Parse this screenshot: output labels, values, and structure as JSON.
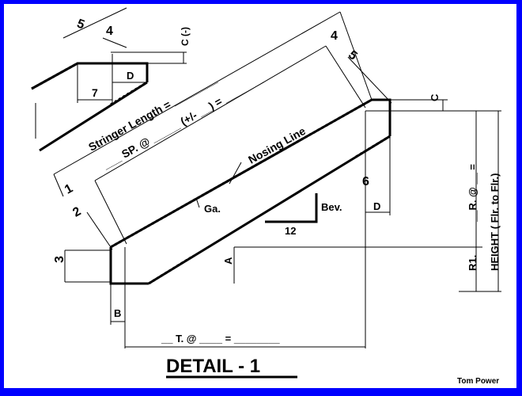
{
  "title": "DETAIL - 1",
  "author": "Tom Power",
  "labels": {
    "stringer_length": "Stringer Length = ________",
    "spacing": "___ SP. @ _____ (+/- __) = _______",
    "nosing_line": "Nosing Line",
    "ga": "Ga.",
    "bev": "Bev.",
    "twelve": "12",
    "a": "A",
    "b": "B",
    "c": "C",
    "c_minus": "C (-)",
    "d": "D",
    "one": "1",
    "two": "2",
    "three": "3",
    "four": "4",
    "five": "5",
    "six": "6",
    "seven": "7",
    "treads": "__ T. @ ____ = ________",
    "risers": "__R. @ __ =",
    "height": "HEIGHT ( Flr. to Flr.)",
    "r1": "R1."
  }
}
